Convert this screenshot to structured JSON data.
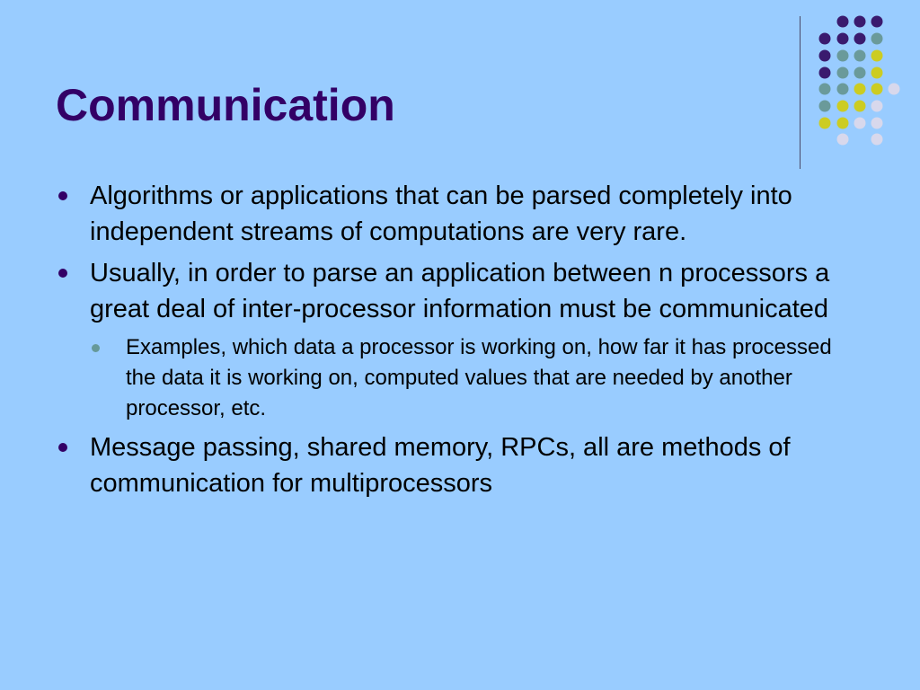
{
  "slide": {
    "title": "Communication",
    "bullets": [
      {
        "text": "Algorithms or applications that can be parsed completely into independent streams of computations are very rare."
      },
      {
        "text": "Usually, in order to parse an application between n processors a great deal of inter-processor information must be communicated",
        "sub": [
          "Examples, which data a processor is working on, how far it has processed the data it is working on, computed values that are needed by another processor, etc."
        ]
      },
      {
        "text": "Message passing, shared memory, RPCs, all are methods of communication for multiprocessors"
      }
    ]
  },
  "colors": {
    "background": "#99ccff",
    "title": "#330066",
    "bullet_marker": "#330066",
    "sub_marker": "#669999",
    "dot_purple": "#3a1a6e",
    "dot_teal": "#6a9a9a",
    "dot_yellow": "#cccc22",
    "dot_lavender": "#d8d8ec"
  }
}
